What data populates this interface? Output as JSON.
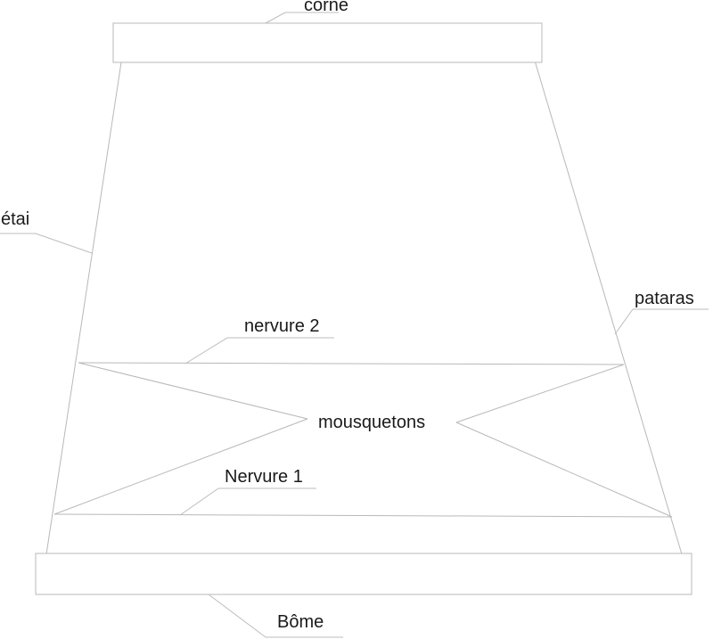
{
  "labels": {
    "corne": "corne",
    "etai": "étai",
    "pataras": "pataras",
    "nervure2": "nervure 2",
    "mousquetons": "mousquetons",
    "nervure1": "Nervure 1",
    "bome": "Bôme"
  },
  "colors": {
    "line": "#b8b8b8",
    "text": "#1a1a1a",
    "background": "#ffffff"
  }
}
